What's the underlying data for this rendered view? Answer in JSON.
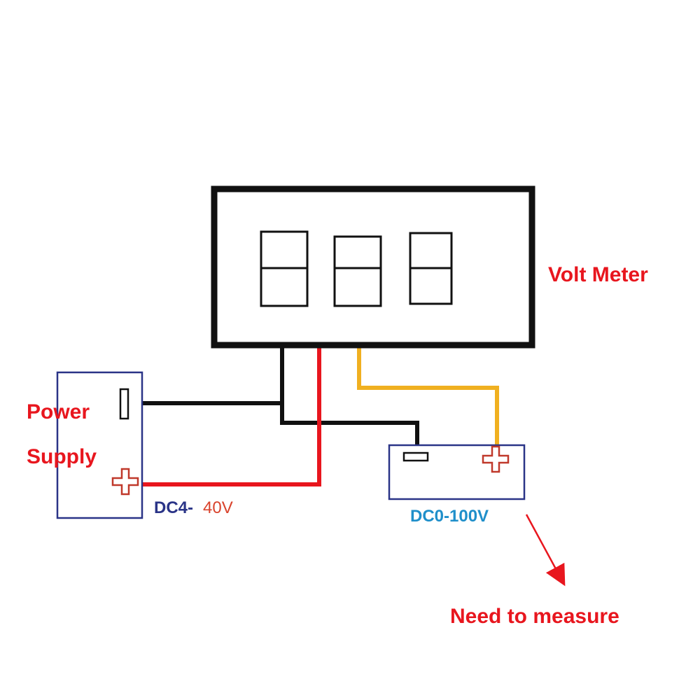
{
  "labels": {
    "volt_meter": "Volt Meter",
    "power_supply_line1": "Power",
    "power_supply_line2": "Supply",
    "supply_range_prefix": "DC4-",
    "supply_range_value": "40V",
    "measured_range": "DC0-100V",
    "need_to_measure": "Need to measure"
  },
  "colors": {
    "meter_frame": "#111111",
    "wire_ground": "#111111",
    "wire_positive": "#e8161e",
    "wire_signal": "#f0b020",
    "box_outline": "#2a3487",
    "terminal_plus": "#c0392b",
    "arrow": "#e8161e",
    "label_red": "#e8161e",
    "label_navy": "#2a3487",
    "label_blue": "#1f8fca"
  },
  "terminals": {
    "minus_symbol": "−",
    "plus_symbol": "+"
  },
  "display_digits": 3
}
